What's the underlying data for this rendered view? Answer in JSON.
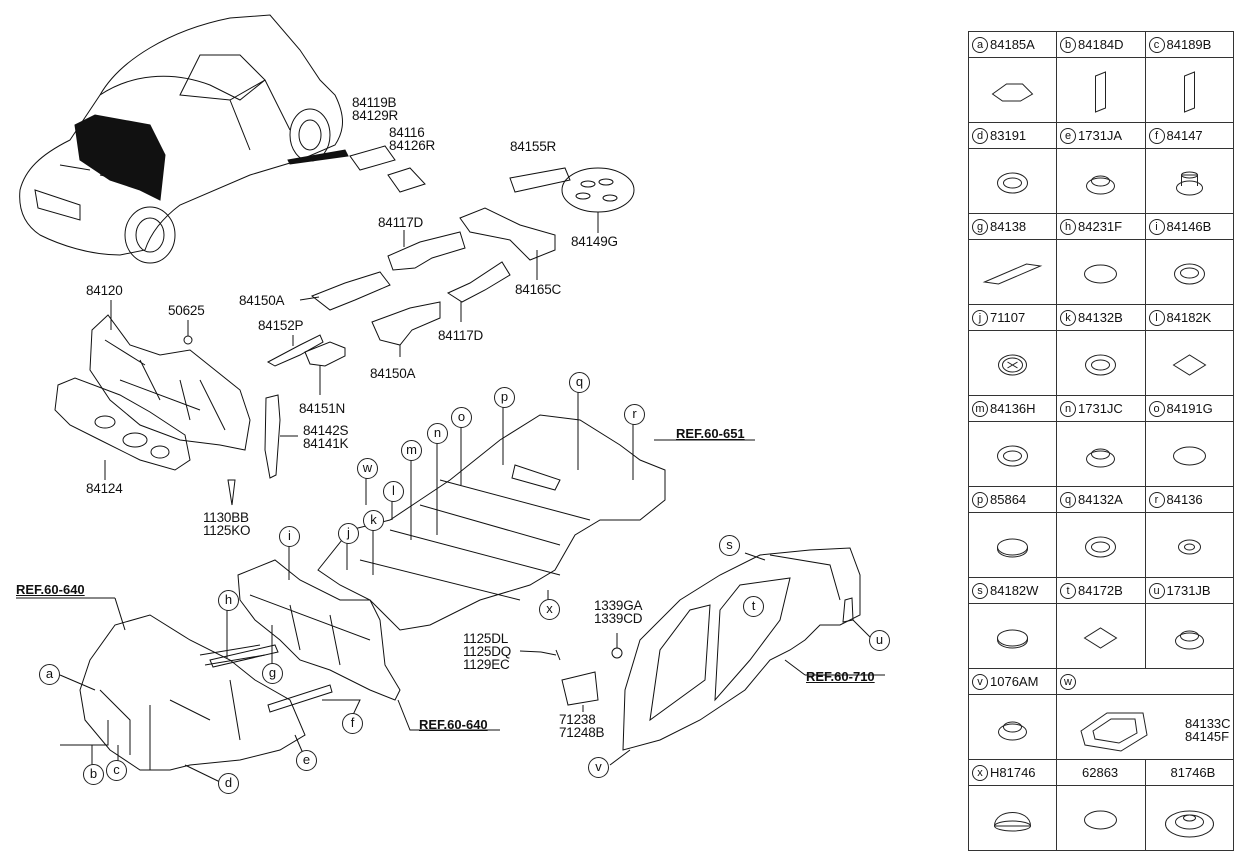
{
  "part_numbers": {
    "p84119B": "84119B",
    "p84129R": "84129R",
    "p84116": "84116",
    "p84126R": "84126R",
    "p84155R": "84155R",
    "p84149G": "84149G",
    "p84117D_a": "84117D",
    "p84165C": "84165C",
    "p84150A_a": "84150A",
    "p84117D_b": "84117D",
    "p84150A_b": "84150A",
    "p84120": "84120",
    "p50625": "50625",
    "p84152P": "84152P",
    "p84151N": "84151N",
    "p84142S": "84142S",
    "p84141K": "84141K",
    "p84124": "84124",
    "p1130BB": "1130BB",
    "p1125KO": "1125KO",
    "p1339GA": "1339GA",
    "p1339CD": "1339CD",
    "p1125DL": "1125DL",
    "p1125DQ": "1125DQ",
    "p1129EC": "1129EC",
    "p71238": "71238",
    "p71248B": "71248B"
  },
  "refs": {
    "r651": "REF.60-651",
    "r640_left": "REF.60-640",
    "r640_mid": "REF.60-640",
    "r710": "REF.60-710"
  },
  "callouts": {
    "a": "a",
    "b": "b",
    "c": "c",
    "d": "d",
    "e": "e",
    "f": "f",
    "g": "g",
    "h": "h",
    "i": "i",
    "j": "j",
    "k": "k",
    "l": "l",
    "m": "m",
    "n": "n",
    "o": "o",
    "p": "p",
    "q": "q",
    "r": "r",
    "s": "s",
    "t": "t",
    "u": "u",
    "v": "v",
    "w": "w",
    "x": "x"
  },
  "legend": {
    "rows": [
      [
        {
          "letter": "a",
          "part": "84185A",
          "icon": "flat-pad-icon"
        },
        {
          "letter": "b",
          "part": "84184D",
          "icon": "thin-strip-icon"
        },
        {
          "letter": "c",
          "part": "84189B",
          "icon": "thin-strip-icon"
        }
      ],
      [
        {
          "letter": "d",
          "part": "83191",
          "icon": "grommet-icon"
        },
        {
          "letter": "e",
          "part": "1731JA",
          "icon": "plug-icon"
        },
        {
          "letter": "f",
          "part": "84147",
          "icon": "clip-icon"
        }
      ],
      [
        {
          "letter": "g",
          "part": "84138",
          "icon": "tape-icon"
        },
        {
          "letter": "h",
          "part": "84231F",
          "icon": "oval-pad-icon"
        },
        {
          "letter": "i",
          "part": "84146B",
          "icon": "oval-plug-icon"
        }
      ],
      [
        {
          "letter": "j",
          "part": "71107",
          "icon": "cross-plug-icon"
        },
        {
          "letter": "k",
          "part": "84132B",
          "icon": "grommet-icon"
        },
        {
          "letter": "l",
          "part": "84182K",
          "icon": "square-pad-icon"
        }
      ],
      [
        {
          "letter": "m",
          "part": "84136H",
          "icon": "grommet-icon"
        },
        {
          "letter": "n",
          "part": "1731JC",
          "icon": "plug-icon"
        },
        {
          "letter": "o",
          "part": "84191G",
          "icon": "oval-pad-icon"
        }
      ],
      [
        {
          "letter": "p",
          "part": "85864",
          "icon": "flat-disc-icon"
        },
        {
          "letter": "q",
          "part": "84132A",
          "icon": "grommet-icon"
        },
        {
          "letter": "r",
          "part": "84136",
          "icon": "small-plug-icon"
        }
      ],
      [
        {
          "letter": "s",
          "part": "84182W",
          "icon": "flat-disc-icon"
        },
        {
          "letter": "t",
          "part": "84172B",
          "icon": "square-pad-icon"
        },
        {
          "letter": "u",
          "part": "1731JB",
          "icon": "plug-icon"
        }
      ]
    ],
    "row_v": {
      "letter": "v",
      "part": "1076AM",
      "icon": "plug-icon"
    },
    "row_w": {
      "letter": "w",
      "part1": "84133C",
      "part2": "84145F",
      "icon": "tray-icon"
    },
    "row_x": [
      {
        "letter": "x",
        "part": "H81746",
        "icon": "half-dome-icon"
      },
      {
        "letter": "",
        "part": "62863",
        "icon": "oval-pad-icon"
      },
      {
        "letter": "",
        "part": "81746B",
        "icon": "large-grommet-icon"
      }
    ]
  }
}
